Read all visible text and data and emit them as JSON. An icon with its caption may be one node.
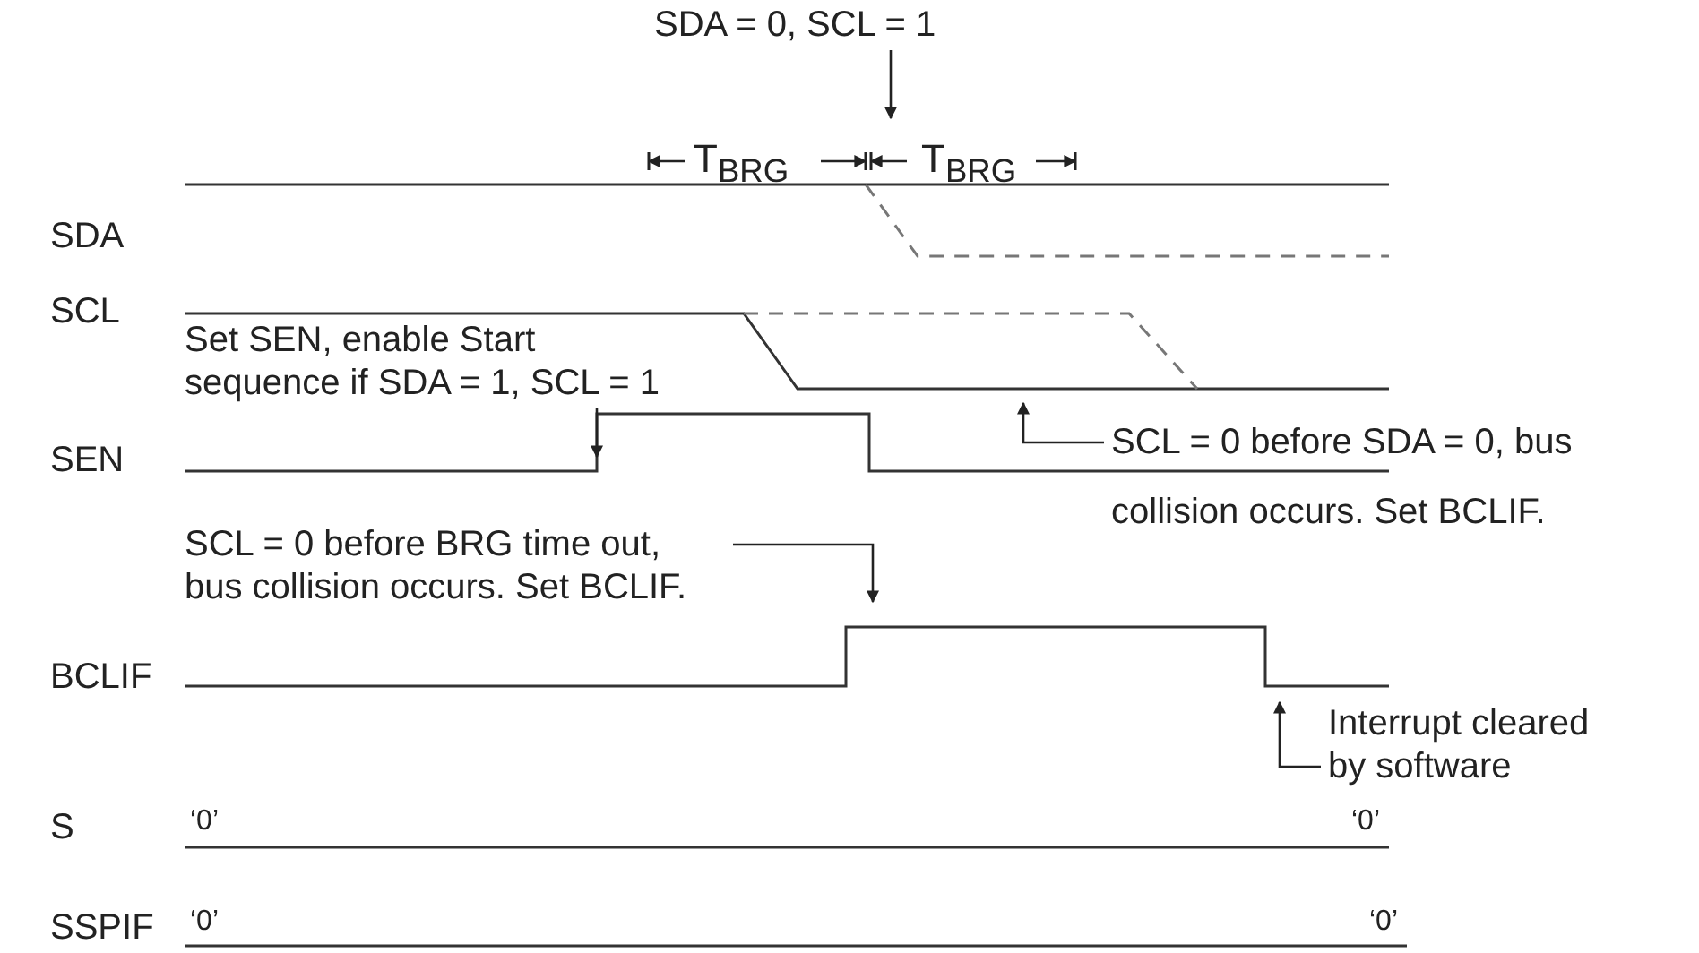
{
  "diagram": {
    "nodes": [
      {
        "text": [
          "SDA = 0, SCL = 1"
        ]
      },
      {
        "text": [
          "Set SEN, enable Start sequence if SDA = 1, SCL = 1"
        ]
      },
      {
        "text": [
          "SCL = 0 before SDA = 0, bus collision occurs. Set BCLIF."
        ]
      },
      {
        "text": [
          "SCL = 0 before BRG time out, bus collision occurs. Set BCLIF."
        ]
      },
      {
        "text": [
          "Interrupt cleared by software"
        ]
      }
    ],
    "edges": [
      {
        "from": 0,
        "to": null,
        "arrow": "to"
      },
      {
        "from": 1,
        "to": null,
        "arrow": "to"
      },
      {
        "from": 2,
        "to": null,
        "arrow": "to"
      },
      {
        "from": 3,
        "to": null,
        "arrow": "to"
      },
      {
        "from": 4,
        "to": null,
        "arrow": "to"
      }
    ],
    "labels": [
      "T$_{BRG}$",
      "T$_{BRG}$",
      "SDA",
      "SCL",
      "SEN",
      "BCLIF",
      "S",
      "‘0’",
      "‘0’",
      "SSPIF",
      "‘0’",
      "‘0’"
    ]
  }
}
